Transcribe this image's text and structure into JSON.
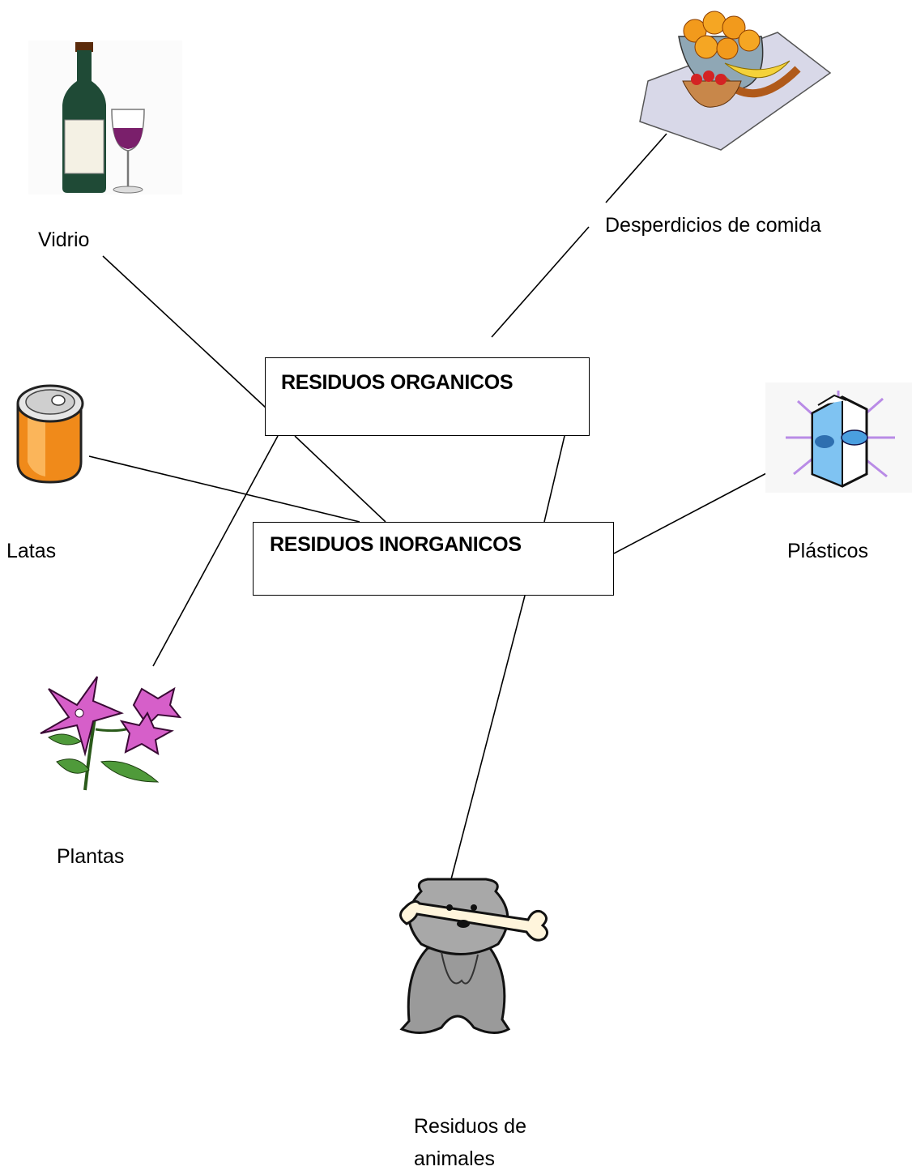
{
  "boxes": {
    "organicos": "RESIDUOS ORGANICOS",
    "inorganicos": "RESIDUOS  INORGANICOS"
  },
  "items": {
    "vidrio": "Vidrio",
    "desperdicios": "Desperdicios de comida",
    "latas": "Latas",
    "plasticos": "Plásticos",
    "plantas": "Plantas",
    "animales_line1": "Residuos de",
    "animales_line2": "animales"
  },
  "icons": {
    "vidrio": "wine-bottle-and-glass-icon",
    "desperdicios": "fruit-basket-icon",
    "latas": "soda-can-icon",
    "plasticos": "milk-carton-icon",
    "plantas": "pink-flower-icon",
    "animales": "dog-with-bone-icon"
  },
  "colors": {
    "line": "#000000",
    "wine": "#7a1f6b",
    "bottle": "#1f4a36",
    "can": "#f08a1a",
    "flower": "#d65fc9",
    "milk": "#4a9fe0",
    "dog": "#9a9a9a"
  }
}
